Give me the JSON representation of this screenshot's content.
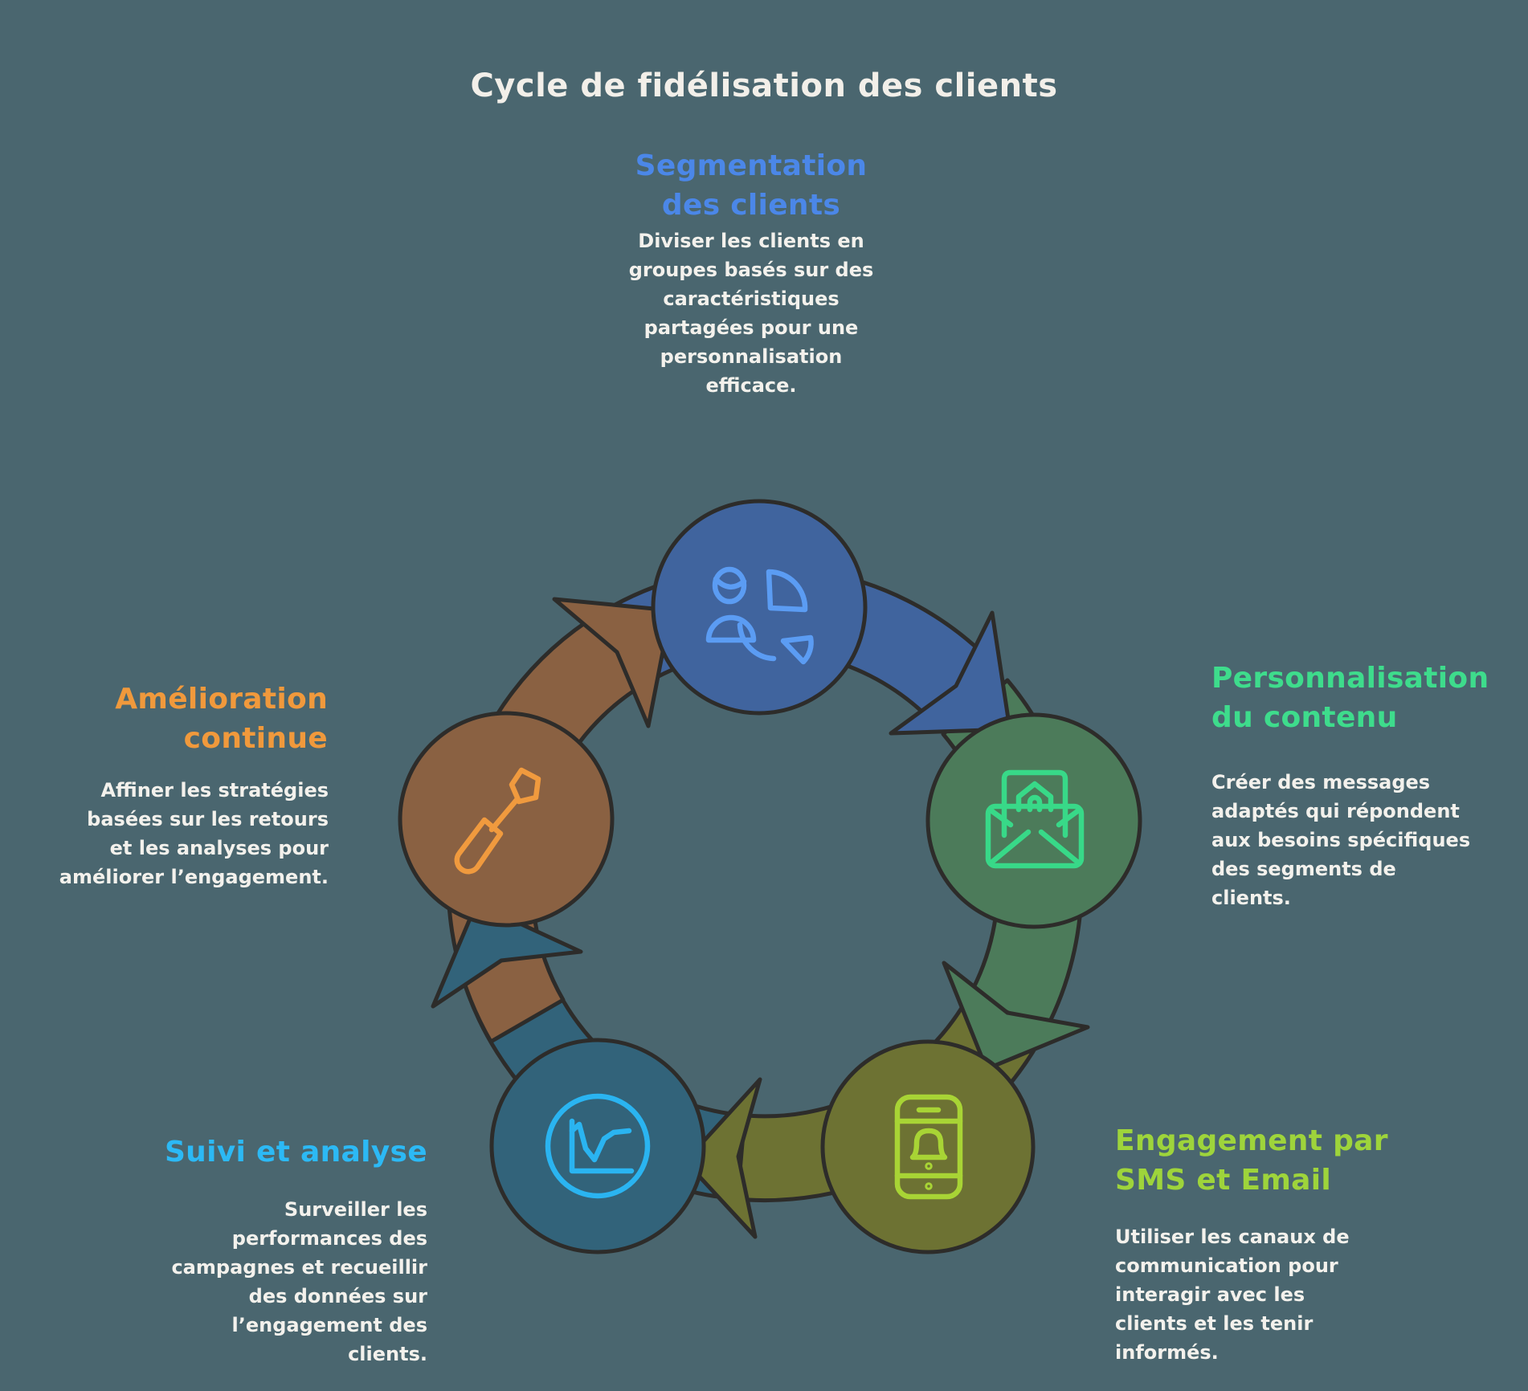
{
  "title": "Cycle de fidélisation des clients",
  "diagram_type": "circular-cycle-5-steps",
  "stages": {
    "segmentation": {
      "heading": "Segmentation\ndes clients",
      "body": "Diviser les clients en\ngroupes basés sur des\ncaractéristiques\npartagées pour une\npersonnalisation\nefficace.",
      "icon": "user-pie-chart-icon",
      "position": "top"
    },
    "personnalisation": {
      "heading": "Personnalisation\ndu contenu",
      "body": "Créer des messages\nadaptés qui répondent\naux besoins spécifiques\ndes segments de\nclients.",
      "icon": "open-envelope-letter-icon",
      "position": "right"
    },
    "engagement": {
      "heading": "Engagement par\nSMS et Email",
      "body": "Utiliser les canaux de\ncommunication pour\ninteragir avec les\nclients et les tenir\ninformés.",
      "icon": "phone-notification-bell-icon",
      "position": "bottom-right"
    },
    "suivi": {
      "heading": "Suivi et analyse",
      "body": "Surveiller les\nperformances des\ncampagnes et recueillir\ndes données sur\nl’engagement des\nclients.",
      "icon": "line-chart-circle-icon",
      "position": "bottom-left"
    },
    "amelioration": {
      "heading": "Amélioration\ncontinue",
      "body": "Affiner les stratégies\nbasées sur les retours\net les analyses pour\naméliorer l’engagement.",
      "icon": "screwdriver-icon",
      "position": "left"
    }
  },
  "colors": {
    "background": "#4a666f",
    "outline": "#2d2c2a",
    "text": "#f3f1ec",
    "segmentation_accent": "#4b87e8",
    "segmentation_fill": "#40649e",
    "segmentation_icon": "#5b9cf3",
    "personnalisation_accent": "#3edc8c",
    "personnalisation_fill": "#4c7b5a",
    "personnalisation_icon": "#38d988",
    "engagement_accent": "#9ed43b",
    "engagement_fill": "#6d7233",
    "engagement_icon": "#a8d435",
    "suivi_accent": "#2cb9f5",
    "suivi_fill": "#32637a",
    "suivi_icon": "#2ab4f1",
    "amelioration_accent": "#f0993c",
    "amelioration_fill": "#8a6142",
    "amelioration_icon": "#f09a3e"
  },
  "flow_order": [
    "segmentation",
    "personnalisation",
    "engagement",
    "suivi",
    "amelioration"
  ]
}
